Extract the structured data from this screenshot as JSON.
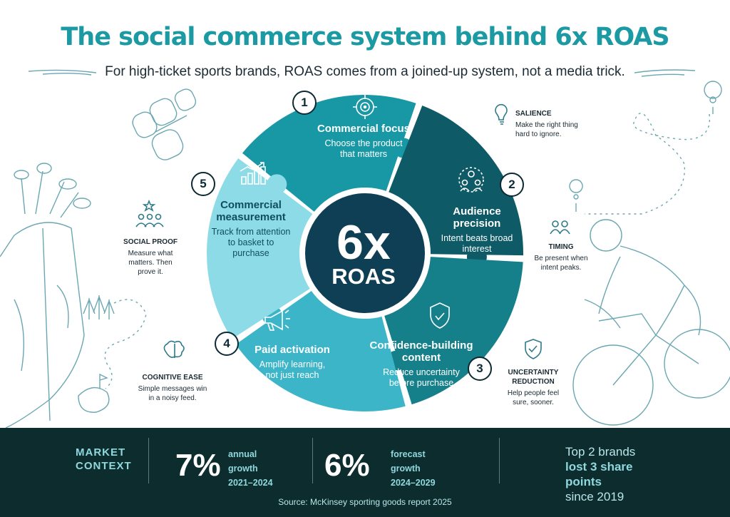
{
  "title": "The social commerce system behind 6x ROAS",
  "subtitle": "For high-ticket sports brands, ROAS comes from a joined-up system, not a media trick.",
  "center": {
    "big": "6x",
    "small": "ROAS"
  },
  "segments": [
    {
      "num": "1",
      "title": "Commercial focus",
      "desc": "Choose the product that matters",
      "icon": "target-icon",
      "color": "#1897a5"
    },
    {
      "num": "2",
      "title": "Audience precision",
      "desc": "Intent beats broad interest",
      "icon": "people-network-icon",
      "color": "#0e5a66"
    },
    {
      "num": "3",
      "title": "Confidence-building content",
      "desc": "Reduce uncertainty before purchase",
      "icon": "shield-check-icon",
      "color": "#157f8a"
    },
    {
      "num": "4",
      "title": "Paid activation",
      "desc": "Amplify learning, not just reach",
      "icon": "megaphone-icon",
      "color": "#3cb5c9"
    },
    {
      "num": "5",
      "title": "Commercial measurement",
      "desc": "Track from attention to basket to purchase",
      "icon": "bar-chart-icon",
      "color": "#8ddbe7"
    }
  ],
  "principles": {
    "salience": {
      "title": "SALIENCE",
      "desc": "Make the right thing hard to ignore."
    },
    "timing": {
      "title": "TIMING",
      "desc": "Be present when intent peaks."
    },
    "uncertainty": {
      "title": "UNCERTAINTY REDUCTION",
      "desc": "Help people feel sure, sooner."
    },
    "social_proof": {
      "title": "SOCIAL PROOF",
      "desc": "Measure what matters. Then prove it."
    },
    "cognitive_ease": {
      "title": "COGNITIVE EASE",
      "desc": "Simple messages win in a noisy feed."
    }
  },
  "market": {
    "label_1": "MARKET",
    "label_2": "CONTEXT",
    "stat1_value": "7%",
    "stat1_l1": "annual",
    "stat1_l2": "growth",
    "stat1_l3": "2021–2024",
    "stat2_value": "6%",
    "stat2_l1": "forecast",
    "stat2_l2": "growth",
    "stat2_l3": "2024–2029",
    "top_l1": "Top 2 brands",
    "top_l2": "lost 3 share",
    "top_l3": "points",
    "top_l4": "since 2019"
  },
  "source": "Source: McKinsey sporting goods report 2025",
  "colors": {
    "title": "#1b9aa3",
    "bottom_band": "#0c2c2d",
    "center": "#0f3f55",
    "accent_light": "#8fd8de"
  }
}
